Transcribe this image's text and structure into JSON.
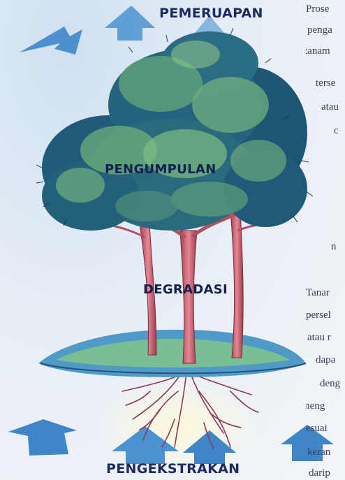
{
  "labels": {
    "evaporation": "PEMERUAPAN",
    "accumulation": "PENGUMPULAN",
    "degradation": "DEGRADASI",
    "extraction": "PENGEKSTRAKAN"
  },
  "side_text": [
    {
      "text": "Prose"
    },
    {
      "text": "penga"
    },
    {
      "text": "tanam"
    },
    {
      "text": "terse"
    },
    {
      "text": "atau"
    },
    {
      "text": "c"
    },
    {
      "text": "n"
    },
    {
      "text": "Tanar"
    },
    {
      "text": "persel"
    },
    {
      "text": "atau r"
    },
    {
      "text": "dapa"
    },
    {
      "text": "deng"
    },
    {
      "text": "meng"
    },
    {
      "text": "sesuai"
    },
    {
      "text": "keran"
    },
    {
      "text": "darip"
    }
  ],
  "colors": {
    "arrow": "#3f86c9",
    "label": "#1d2b63",
    "foliage_dark": "#1f5a78",
    "foliage_light": "#6fb07c",
    "trunk": "#c65a6e",
    "ground": "#4f9ac7",
    "roots": "#8b3a57"
  },
  "icons": [
    "up-arrow-icon",
    "tree-icon",
    "root-system-icon"
  ]
}
